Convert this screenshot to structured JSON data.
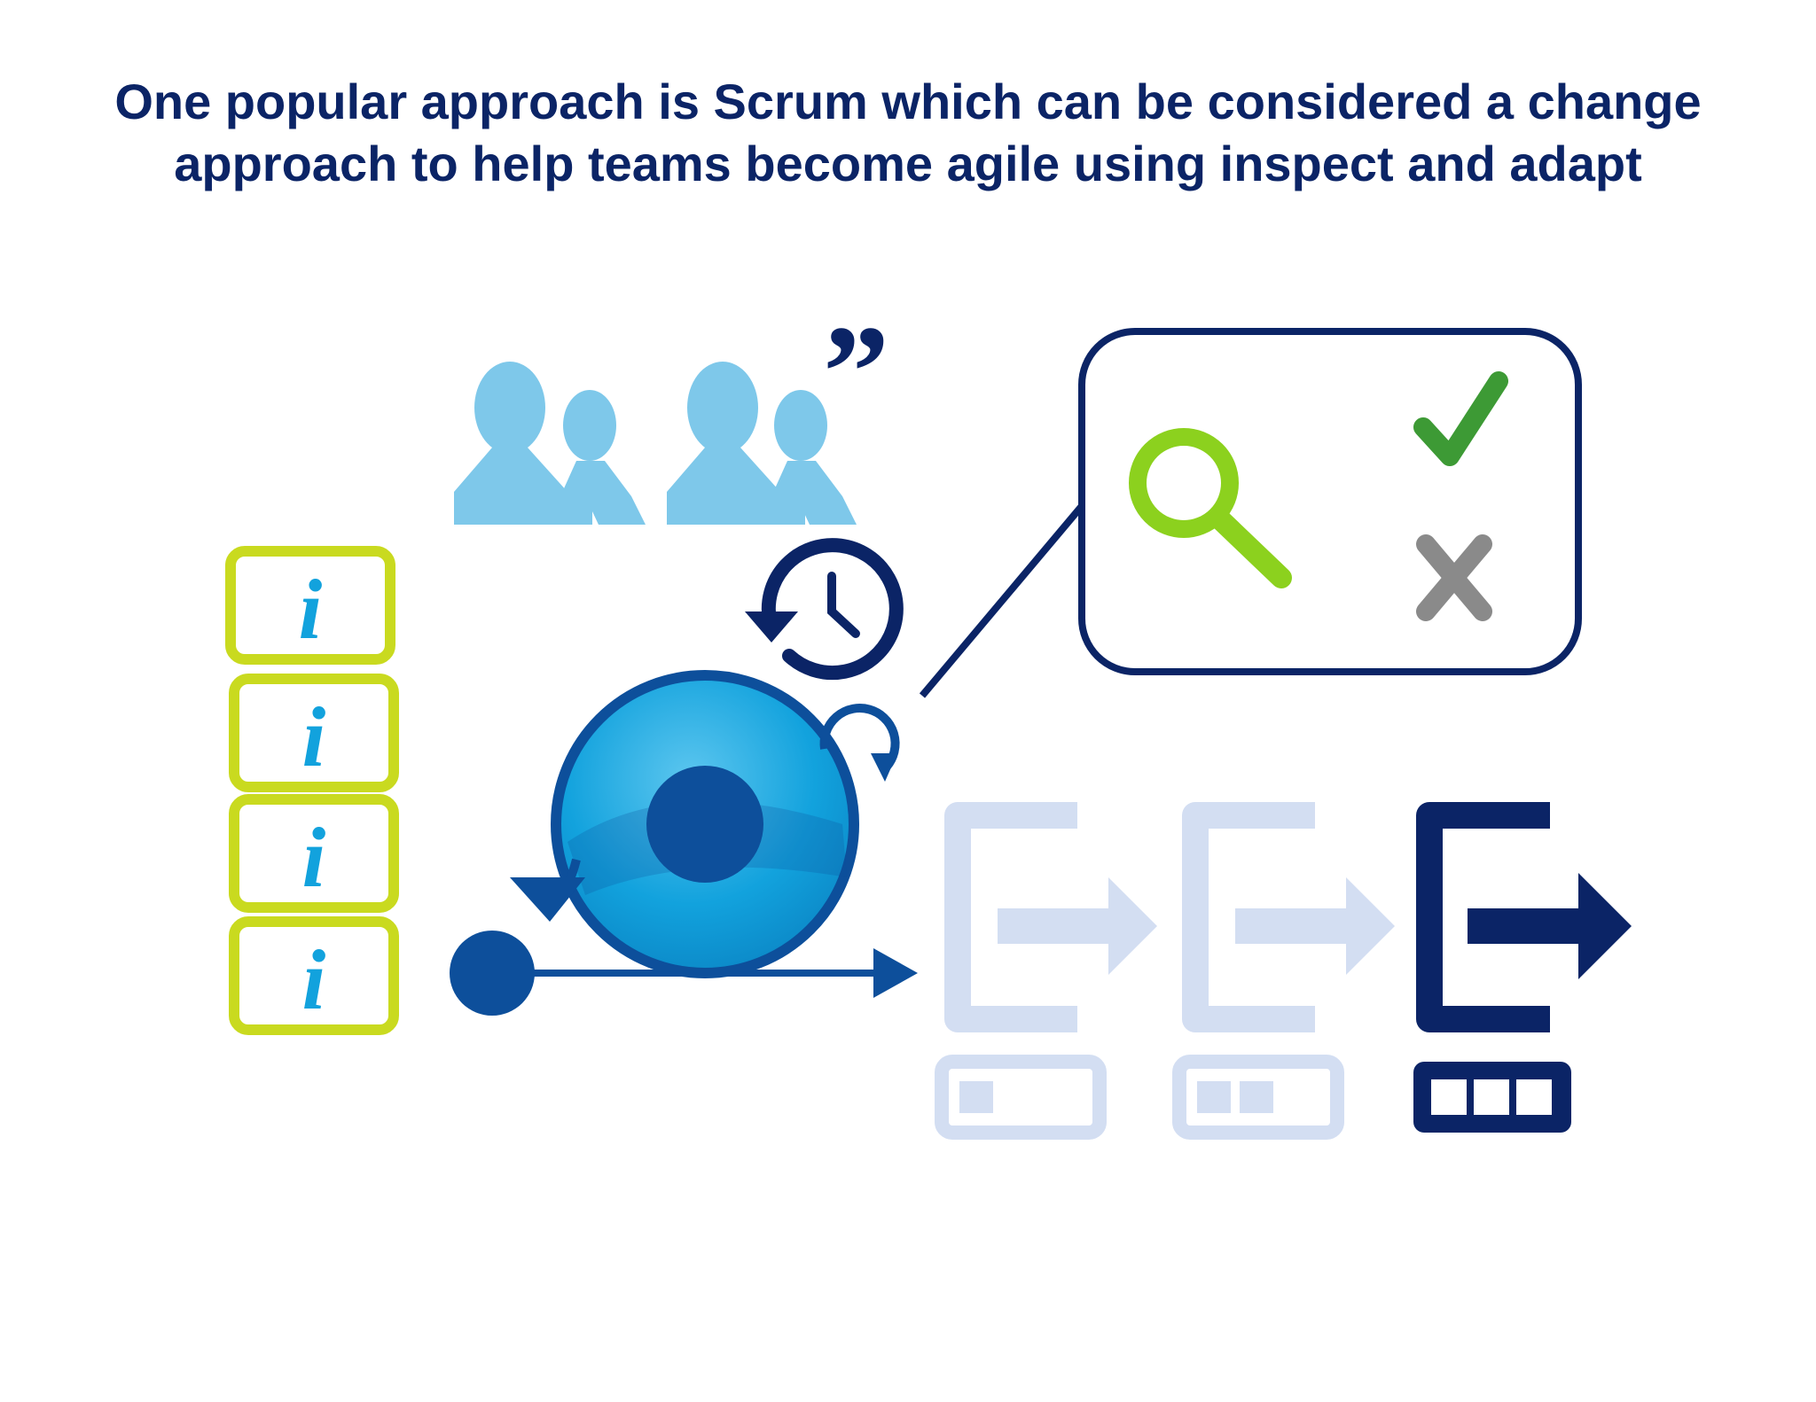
{
  "title": {
    "line1": "One popular approach is Scrum which can be considered a change",
    "line2": "approach to help teams become agile using inspect and adapt"
  },
  "icons": {
    "info_glyph": "i",
    "quote_glyph": "”",
    "team": "people-group-icon",
    "history": "history-clock-icon",
    "sprint_cycle": "sprint-cycle-icon",
    "inspect": "magnifier-icon",
    "accept": "checkmark-icon",
    "reject": "cross-icon",
    "increment": "increment-export-icon",
    "progress": "progress-bar-icon"
  },
  "increments": [
    {
      "filled_segments": 1,
      "total_segments": 3,
      "state": "faded"
    },
    {
      "filled_segments": 2,
      "total_segments": 3,
      "state": "faded"
    },
    {
      "filled_segments": 3,
      "total_segments": 3,
      "state": "active"
    }
  ],
  "colors": {
    "navy": "#0b2466",
    "dark_blue": "#0d4f9b",
    "bright_blue": "#12a2dd",
    "light_blue": "#7ec8ea",
    "lime": "#c9da1f",
    "green_lens": "#8cd11e",
    "check_green": "#3d9a35",
    "cross_grey": "#8a8a8a",
    "faded_blue": "#d3def2"
  }
}
